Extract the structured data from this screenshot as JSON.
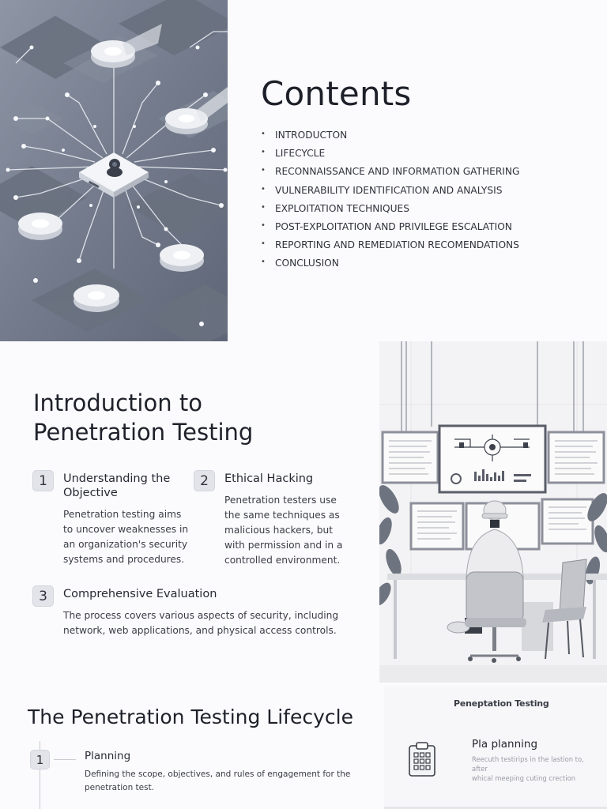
{
  "contents": {
    "title": "Contents",
    "items": [
      "INTRODUCTON",
      "LIFECYCLE",
      "RECONNAISSANCE AND INFORMATION GATHERING",
      "VULNERABILITY IDENTIFICATION AND ANALYSIS",
      "EXPLOITATION TECHNIQUES",
      "POST-EXPLOITATION AND PRIVILEGE ESCALATION",
      "REPORTING AND REMEDIATION RECOMENDATIONS",
      "CONCLUSION"
    ]
  },
  "intro": {
    "title_line1": "Introduction to",
    "title_line2": "Penetration Testing",
    "items": [
      {
        "number": "1",
        "heading_line1": "Understanding the",
        "heading_line2": "Objective",
        "body": [
          "Penetration testing aims",
          "to uncover weaknesses in",
          "an organization's security",
          "systems and procedures."
        ]
      },
      {
        "number": "2",
        "heading_line1": "Ethical Hacking",
        "body": [
          "Penetration testers use",
          "the same techniques as",
          "malicious hackers, but",
          "with permission and in a",
          "controlled environment."
        ]
      },
      {
        "number": "3",
        "heading_line1": "Comprehensive Evaluation",
        "body": [
          "The process covers various aspects of security, including",
          "network, web applications, and physical access controls."
        ]
      }
    ]
  },
  "lifecycle": {
    "title": "The Penetration Testing Lifecycle",
    "step": {
      "number": "1",
      "heading": "Planning",
      "body": "Defining the scope, objectives, and rules of engagement for the penetration test."
    }
  },
  "card": {
    "title": "Peneptation Testing",
    "heading": "Pla planning",
    "body_line1": "Reecuth testirips in the lastion to, after",
    "body_line2": "whical meeping cuting crection"
  },
  "icons": {
    "hero": "circuit-network-illustration",
    "office": "security-office-illustration",
    "card": "clipboard-calendar-icon"
  },
  "colors": {
    "background": "#fbfbfd",
    "text": "#23252d",
    "badge": "#e3e4ea",
    "hero_base": "#7f8797"
  }
}
